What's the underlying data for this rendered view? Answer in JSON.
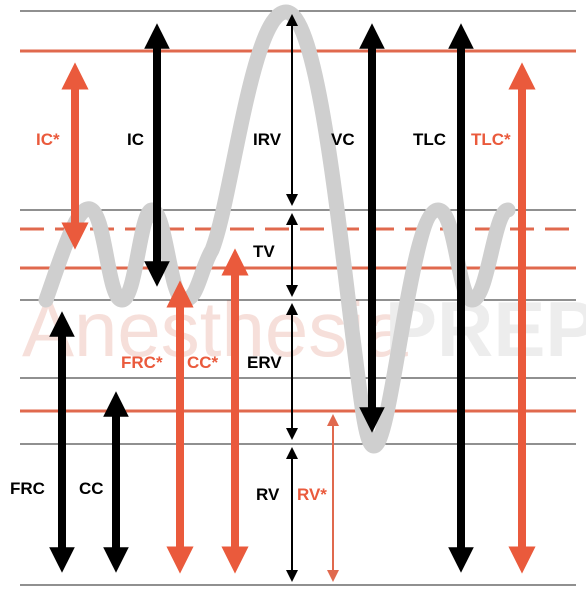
{
  "colors": {
    "black": "#000000",
    "orange": "#ea5a3c",
    "orange_line": "#e0694e",
    "wave": "#cfcfcf",
    "thin_line": "#222222",
    "watermark_light": "#f6dcd6",
    "watermark_dark": "#ececec"
  },
  "watermark": {
    "left": "Anesthesia",
    "right": "PREP"
  },
  "labels": {
    "ic_star": "IC*",
    "ic": "IC",
    "irv": "IRV",
    "vc": "VC",
    "tlc": "TLC",
    "tlc_star": "TLC*",
    "tv": "TV",
    "frc_star": "FRC*",
    "cc_star": "CC*",
    "erv": "ERV",
    "frc": "FRC",
    "cc": "CC",
    "rv": "RV",
    "rv_star": "RV*"
  }
}
